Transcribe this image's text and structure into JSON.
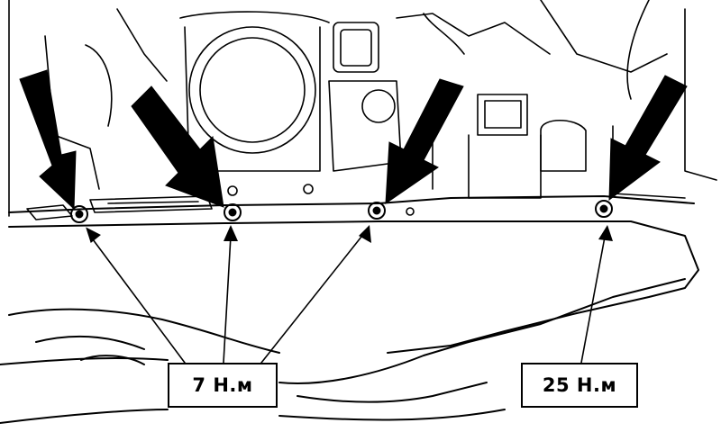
{
  "labels": {
    "left_torque": "7 Н.м",
    "right_torque": "25 Н.м"
  },
  "colors": {
    "ink": "#000000",
    "paper": "#ffffff"
  },
  "callouts": {
    "bolts_marked": 4,
    "left_group_bolts": 3,
    "right_group_bolts": 1
  }
}
